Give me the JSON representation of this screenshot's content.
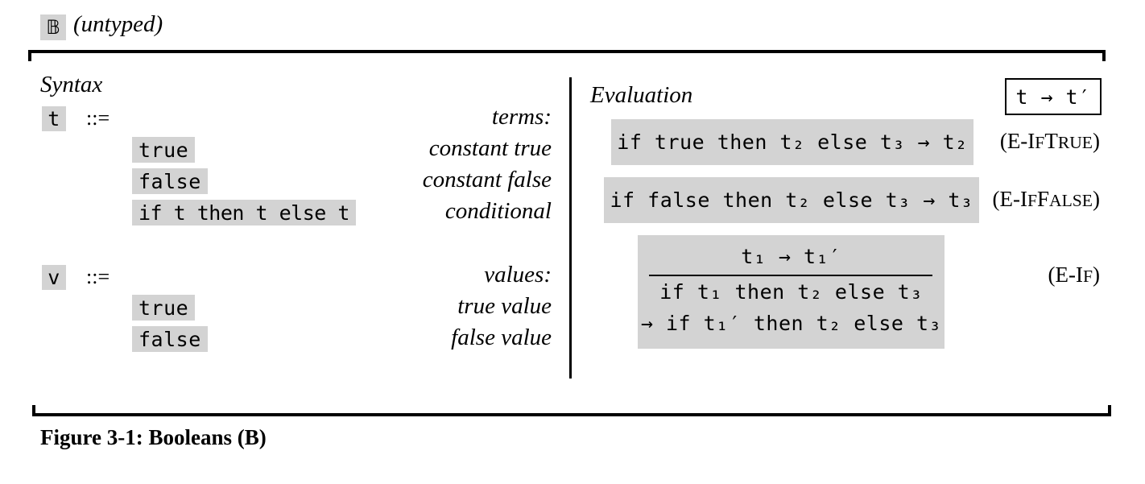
{
  "header": {
    "symbol": "𝔹",
    "label": "(untyped)"
  },
  "syntax": {
    "heading": "Syntax",
    "defeq": "::=",
    "terms": {
      "meta": "t",
      "category": "terms:",
      "alternatives": [
        {
          "code": "true",
          "description": "constant true"
        },
        {
          "code": "false",
          "description": "constant false"
        },
        {
          "code": "if t then t else t",
          "description": "conditional"
        }
      ]
    },
    "values": {
      "meta": "v",
      "category": "values:",
      "alternatives": [
        {
          "code": "true",
          "description": "true value"
        },
        {
          "code": "false",
          "description": "false value"
        }
      ]
    }
  },
  "evaluation": {
    "heading": "Evaluation",
    "judgment": "t → t′",
    "rules": [
      {
        "name": "(E-IfTrue)",
        "conclusion": "if true then t₂ else t₃ → t₂"
      },
      {
        "name": "(E-IfFalse)",
        "conclusion": "if false then t₂ else t₃ → t₃"
      },
      {
        "name": "(E-If)",
        "premise": "t₁ → t₁′",
        "conclusion_line1": "if t₁ then t₂ else t₃",
        "conclusion_line2": "→ if t₁′ then t₂ else t₃"
      }
    ]
  },
  "caption": "Figure 3-1: Booleans (B)"
}
